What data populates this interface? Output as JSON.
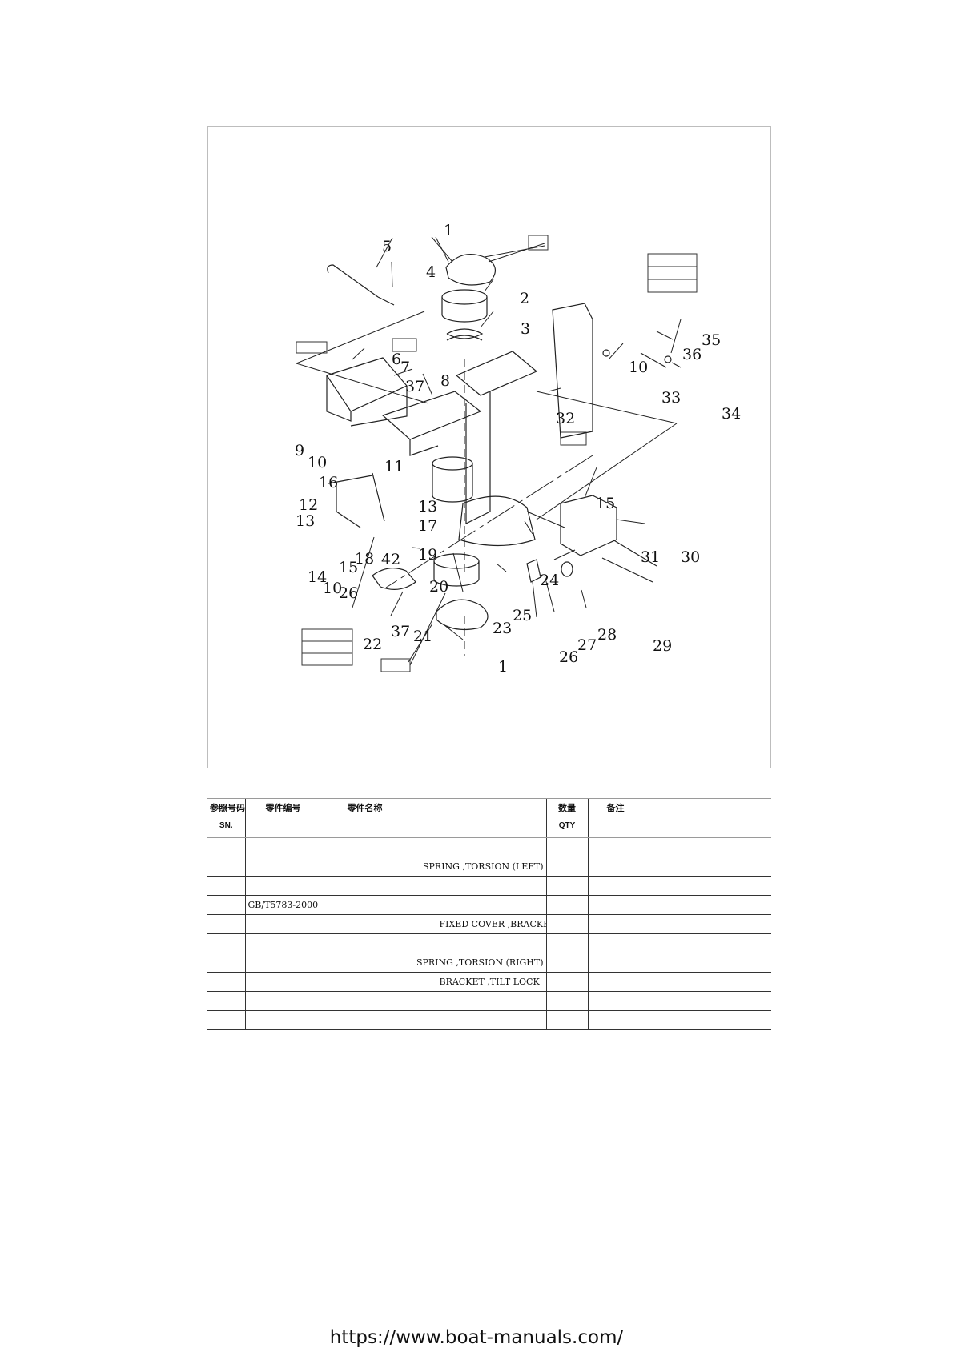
{
  "diagram": {
    "callouts": [
      "1",
      "5",
      "4",
      "2",
      "3",
      "6",
      "7",
      "37",
      "8",
      "9",
      "10",
      "11",
      "16",
      "12",
      "13",
      "13",
      "17",
      "14",
      "15",
      "10",
      "26",
      "18",
      "42",
      "19",
      "20",
      "22",
      "37",
      "21",
      "23",
      "1",
      "10",
      "36",
      "35",
      "33",
      "34",
      "32",
      "15",
      "31",
      "30",
      "24",
      "25",
      "26",
      "27",
      "28",
      "29"
    ]
  },
  "table": {
    "headers": {
      "sn_zh": "参照号码",
      "sn_en": "SN.",
      "part_no_zh": "零件编号",
      "name_zh": "零件名称",
      "qty_zh": "数量",
      "qty_en": "QTY",
      "remarks_zh": "备注"
    },
    "rows": [
      {
        "sn": "",
        "part_no": "",
        "name": "",
        "qty": "",
        "remarks": ""
      },
      {
        "sn": "",
        "part_no": "",
        "name": "SPRING ,TORSION (LEFT)",
        "qty": "",
        "remarks": ""
      },
      {
        "sn": "",
        "part_no": "",
        "name": "",
        "qty": "",
        "remarks": ""
      },
      {
        "sn": "",
        "part_no": "GB/T5783-2000",
        "name": "",
        "qty": "",
        "remarks": ""
      },
      {
        "sn": "",
        "part_no": "",
        "name": "FIXED COVER ,BRACKET",
        "qty": "",
        "remarks": ""
      },
      {
        "sn": "",
        "part_no": "",
        "name": "",
        "qty": "",
        "remarks": ""
      },
      {
        "sn": "",
        "part_no": "",
        "name": "SPRING ,TORSION (RIGHT)",
        "qty": "",
        "remarks": ""
      },
      {
        "sn": "",
        "part_no": "",
        "name": "BRACKET ,TILT LOCK",
        "qty": "",
        "remarks": ""
      },
      {
        "sn": "",
        "part_no": "",
        "name": "",
        "qty": "",
        "remarks": ""
      },
      {
        "sn": "",
        "part_no": "",
        "name": "",
        "qty": "",
        "remarks": ""
      }
    ]
  },
  "footer": {
    "url": "https://www.boat-manuals.com/"
  }
}
